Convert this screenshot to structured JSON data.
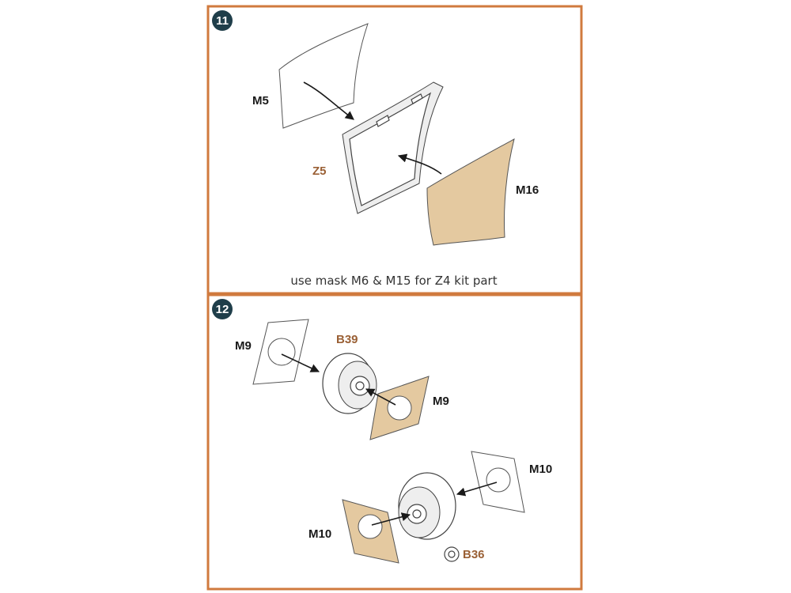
{
  "colors": {
    "frame": "#d07a3e",
    "badge": "#1f3e4a",
    "mask_tan": "#e4c9a0",
    "part_label": "#9a6035"
  },
  "step11": {
    "badge": "11",
    "labels": {
      "m5": "M5",
      "z5": "Z5",
      "m16": "M16"
    },
    "note": "use mask M6 & M15 for Z4 kit part"
  },
  "step12": {
    "badge": "12",
    "labels": {
      "m9_left": "M9",
      "b39": "B39",
      "m9_right": "M9",
      "m10_right": "M10",
      "m10_left": "M10",
      "b36": "B36"
    }
  }
}
